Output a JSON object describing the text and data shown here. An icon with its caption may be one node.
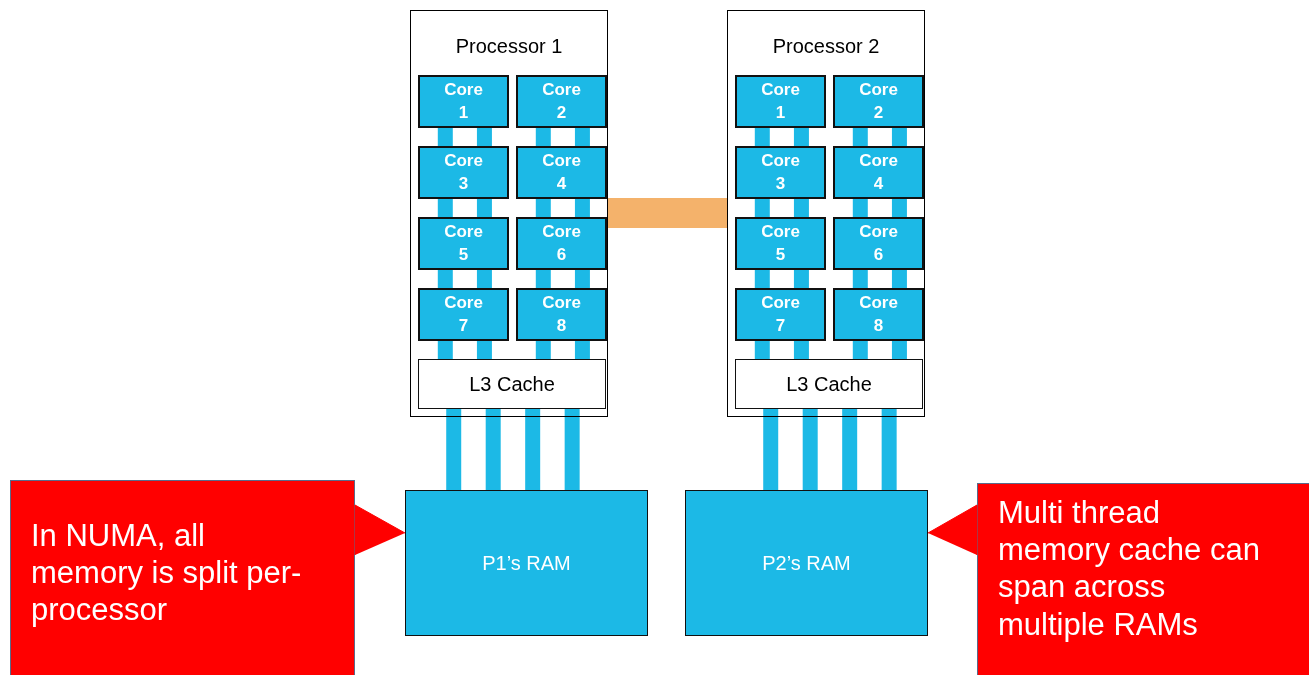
{
  "diagram": {
    "nodes": [
      {
        "text": [
          "Processor 1"
        ]
      },
      {
        "text": [
          "Core 1"
        ],
        "in": 0
      },
      {
        "text": [
          "Core 2"
        ],
        "in": 0
      },
      {
        "text": [
          "Core 3"
        ],
        "in": 0
      },
      {
        "text": [
          "Core 4"
        ],
        "in": 0
      },
      {
        "text": [
          "Core 5"
        ],
        "in": 0
      },
      {
        "text": [
          "Core 6"
        ],
        "in": 0
      },
      {
        "text": [
          "Core 7"
        ],
        "in": 0
      },
      {
        "text": [
          "Core 8"
        ],
        "in": 0
      },
      {
        "text": [
          "L3 Cache"
        ],
        "in": 0
      },
      {
        "text": [
          "Processor 2"
        ]
      },
      {
        "text": [
          "Core 1"
        ],
        "in": 10
      },
      {
        "text": [
          "Core 2"
        ],
        "in": 10
      },
      {
        "text": [
          "Core 3"
        ],
        "in": 10
      },
      {
        "text": [
          "Core 4"
        ],
        "in": 10
      },
      {
        "text": [
          "Core 5"
        ],
        "in": 10
      },
      {
        "text": [
          "Core 6"
        ],
        "in": 10
      },
      {
        "text": [
          "Core 7"
        ],
        "in": 10
      },
      {
        "text": [
          "Core 8"
        ],
        "in": 10
      },
      {
        "text": [
          "L3 Cache"
        ],
        "in": 10
      },
      {
        "text": [
          "In NUMA, all memory is split per-processor"
        ]
      },
      {
        "text": [
          "P1’s RAM"
        ]
      },
      {
        "text": [
          "P2’s RAM"
        ]
      },
      {
        "text": [
          "Multi thread memory cache can span across multiple RAMs"
        ]
      }
    ],
    "edges": [
      {
        "from": 1,
        "to": 3,
        "arrow": "none"
      },
      {
        "from": 1,
        "to": 3,
        "arrow": "none"
      },
      {
        "from": 2,
        "to": 4,
        "arrow": "none"
      },
      {
        "from": 2,
        "to": 4,
        "arrow": "none"
      },
      {
        "from": 3,
        "to": 5,
        "arrow": "none"
      },
      {
        "from": 3,
        "to": 5,
        "arrow": "none"
      },
      {
        "from": 4,
        "to": 6,
        "arrow": "none"
      },
      {
        "from": 4,
        "to": 6,
        "arrow": "none"
      },
      {
        "from": 5,
        "to": 7,
        "arrow": "none"
      },
      {
        "from": 5,
        "to": 7,
        "arrow": "none"
      },
      {
        "from": 6,
        "to": 8,
        "arrow": "none"
      },
      {
        "from": 6,
        "to": 8,
        "arrow": "none"
      },
      {
        "from": 7,
        "to": 9,
        "arrow": "none"
      },
      {
        "from": 7,
        "to": 9,
        "arrow": "none"
      },
      {
        "from": 8,
        "to": 9,
        "arrow": "none"
      },
      {
        "from": 8,
        "to": 9,
        "arrow": "none"
      },
      {
        "from": 11,
        "to": 13,
        "arrow": "none"
      },
      {
        "from": 11,
        "to": 13,
        "arrow": "none"
      },
      {
        "from": 12,
        "to": 14,
        "arrow": "none"
      },
      {
        "from": 12,
        "to": 14,
        "arrow": "none"
      },
      {
        "from": 13,
        "to": 15,
        "arrow": "none"
      },
      {
        "from": 13,
        "to": 15,
        "arrow": "none"
      },
      {
        "from": 14,
        "to": 16,
        "arrow": "none"
      },
      {
        "from": 14,
        "to": 16,
        "arrow": "none"
      },
      {
        "from": 15,
        "to": 17,
        "arrow": "none"
      },
      {
        "from": 15,
        "to": 17,
        "arrow": "none"
      },
      {
        "from": 16,
        "to": 18,
        "arrow": "none"
      },
      {
        "from": 16,
        "to": 18,
        "arrow": "none"
      },
      {
        "from": 17,
        "to": 19,
        "arrow": "none"
      },
      {
        "from": 17,
        "to": 19,
        "arrow": "none"
      },
      {
        "from": 18,
        "to": 19,
        "arrow": "none"
      },
      {
        "from": 18,
        "to": 19,
        "arrow": "none"
      },
      {
        "from": 9,
        "to": 21,
        "arrow": "none"
      },
      {
        "from": 9,
        "to": 21,
        "arrow": "none"
      },
      {
        "from": 9,
        "to": 21,
        "arrow": "none"
      },
      {
        "from": 9,
        "to": 21,
        "arrow": "none"
      },
      {
        "from": 19,
        "to": 22,
        "arrow": "none"
      },
      {
        "from": 19,
        "to": 22,
        "arrow": "none"
      },
      {
        "from": 19,
        "to": 22,
        "arrow": "none"
      },
      {
        "from": 19,
        "to": 22,
        "arrow": "none"
      },
      {
        "from": 0,
        "to": 10,
        "arrow": "none",
        "style": "thick",
        "color": "#f4b26b"
      },
      {
        "from": 20,
        "to": 21,
        "arrow": "to",
        "color": "#ff0000"
      },
      {
        "from": 23,
        "to": 22,
        "arrow": "to",
        "color": "#ff0000"
      }
    ]
  }
}
